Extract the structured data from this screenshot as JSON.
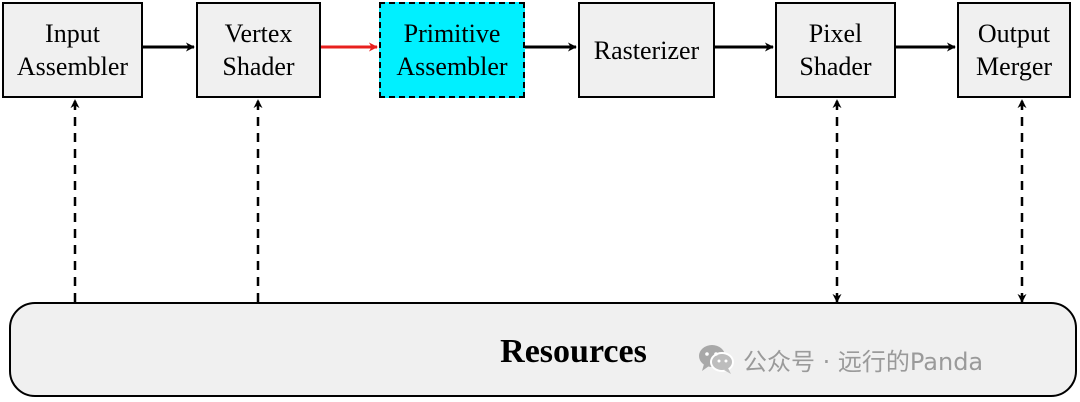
{
  "stages": [
    {
      "id": "input-assembler",
      "lines": [
        "Input",
        "Assembler"
      ],
      "fill": "#f0f0f0"
    },
    {
      "id": "vertex-shader",
      "lines": [
        "Vertex",
        "Shader"
      ],
      "fill": "#f0f0f0"
    },
    {
      "id": "primitive-assembler",
      "lines": [
        "Primitive",
        "Assembler"
      ],
      "fill": "#00f0ff",
      "highlighted": true
    },
    {
      "id": "rasterizer",
      "lines": [
        "Rasterizer"
      ],
      "fill": "#f0f0f0"
    },
    {
      "id": "pixel-shader",
      "lines": [
        "Pixel",
        "Shader"
      ],
      "fill": "#f0f0f0"
    },
    {
      "id": "output-merger",
      "lines": [
        "Output",
        "Merger"
      ],
      "fill": "#f0f0f0"
    }
  ],
  "resources": {
    "label": "Resources",
    "fill": "#f0f0f0"
  },
  "connections": {
    "pipeline_arrow_color": "#000000",
    "highlight_arrow_color": "#e8201e",
    "resource_links": [
      {
        "stage": "input-assembler",
        "direction": "to-stage"
      },
      {
        "stage": "vertex-shader",
        "direction": "to-stage"
      },
      {
        "stage": "pixel-shader",
        "direction": "both"
      },
      {
        "stage": "output-merger",
        "direction": "both"
      }
    ]
  },
  "watermark": {
    "text": "公众号 · 远行的Panda",
    "icon": "wechat-icon",
    "color": "#9a9a9a"
  }
}
